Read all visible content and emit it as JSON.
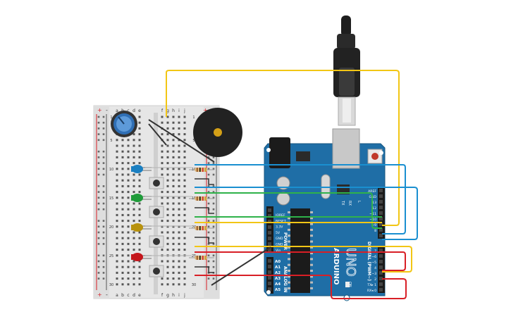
{
  "breadboard": {
    "columns_left": [
      "a",
      "b",
      "c",
      "d",
      "e"
    ],
    "columns_right": [
      "f",
      "g",
      "h",
      "i",
      "j"
    ],
    "row_numbers": [
      "1",
      "",
      "",
      "",
      "5",
      "",
      "",
      "",
      "",
      "10",
      "",
      "",
      "",
      "",
      "15",
      "",
      "",
      "",
      "",
      "20",
      "",
      "",
      "",
      "",
      "25",
      "",
      "",
      "",
      "",
      "30"
    ],
    "rail_plus": "+",
    "rail_minus": "-"
  },
  "arduino": {
    "brand": "ARDUINO",
    "model": "UNO",
    "power_label": "POWER",
    "analog_label": "ANALOG IN",
    "digital_label": "DIGITAL (PWM~)",
    "on_label": "ON",
    "tx_label": "TX",
    "rx_label": "RX",
    "l_label": "L",
    "power_pins": [
      "IOREF",
      "RESET",
      "3.3V",
      "5V",
      "GND",
      "GND",
      "Vin"
    ],
    "analog_pins": [
      "A0",
      "A1",
      "A2",
      "A3",
      "A4",
      "A5"
    ],
    "digital_top": [
      "AREF",
      "GND",
      "13",
      "12",
      "~11",
      "~10",
      "~9",
      "8"
    ],
    "digital_bottom": [
      "7",
      "~6",
      "~5",
      "4",
      "~3",
      "2",
      "TX▸ 1",
      "RX◂ 0"
    ]
  },
  "components": {
    "leds": [
      {
        "color_name": "blue",
        "color": "#1a7fc1"
      },
      {
        "color_name": "green",
        "color": "#1f9b3a"
      },
      {
        "color_name": "yellow",
        "color": "#b8920e"
      },
      {
        "color_name": "red",
        "color": "#c4161c"
      }
    ],
    "buzzer_color": "#222222",
    "potentiometer_color": "#2f6fb5"
  },
  "wire_colors": {
    "yellow": "#f2c615",
    "blue": "#1a8fd0",
    "green": "#2fb24a",
    "red": "#d81f26",
    "black": "#333333"
  }
}
